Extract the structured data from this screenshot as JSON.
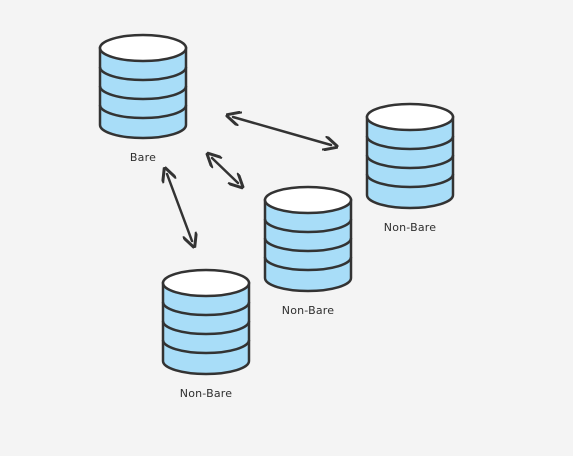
{
  "diagram": {
    "nodes": [
      {
        "id": "bare",
        "label": "Bare"
      },
      {
        "id": "non-bare-right",
        "label": "Non-Bare"
      },
      {
        "id": "non-bare-center",
        "label": "Non-Bare"
      },
      {
        "id": "non-bare-bottom",
        "label": "Non-Bare"
      }
    ],
    "edges": [
      {
        "from": "bare",
        "to": "non-bare-right",
        "direction": "both"
      },
      {
        "from": "bare",
        "to": "non-bare-center",
        "direction": "both"
      },
      {
        "from": "bare",
        "to": "non-bare-bottom",
        "direction": "both"
      }
    ],
    "colors": {
      "background": "#f4f4f4",
      "cylinder_fill": "#a8ddf8",
      "cylinder_top": "#ffffff",
      "stroke": "#333333"
    }
  }
}
